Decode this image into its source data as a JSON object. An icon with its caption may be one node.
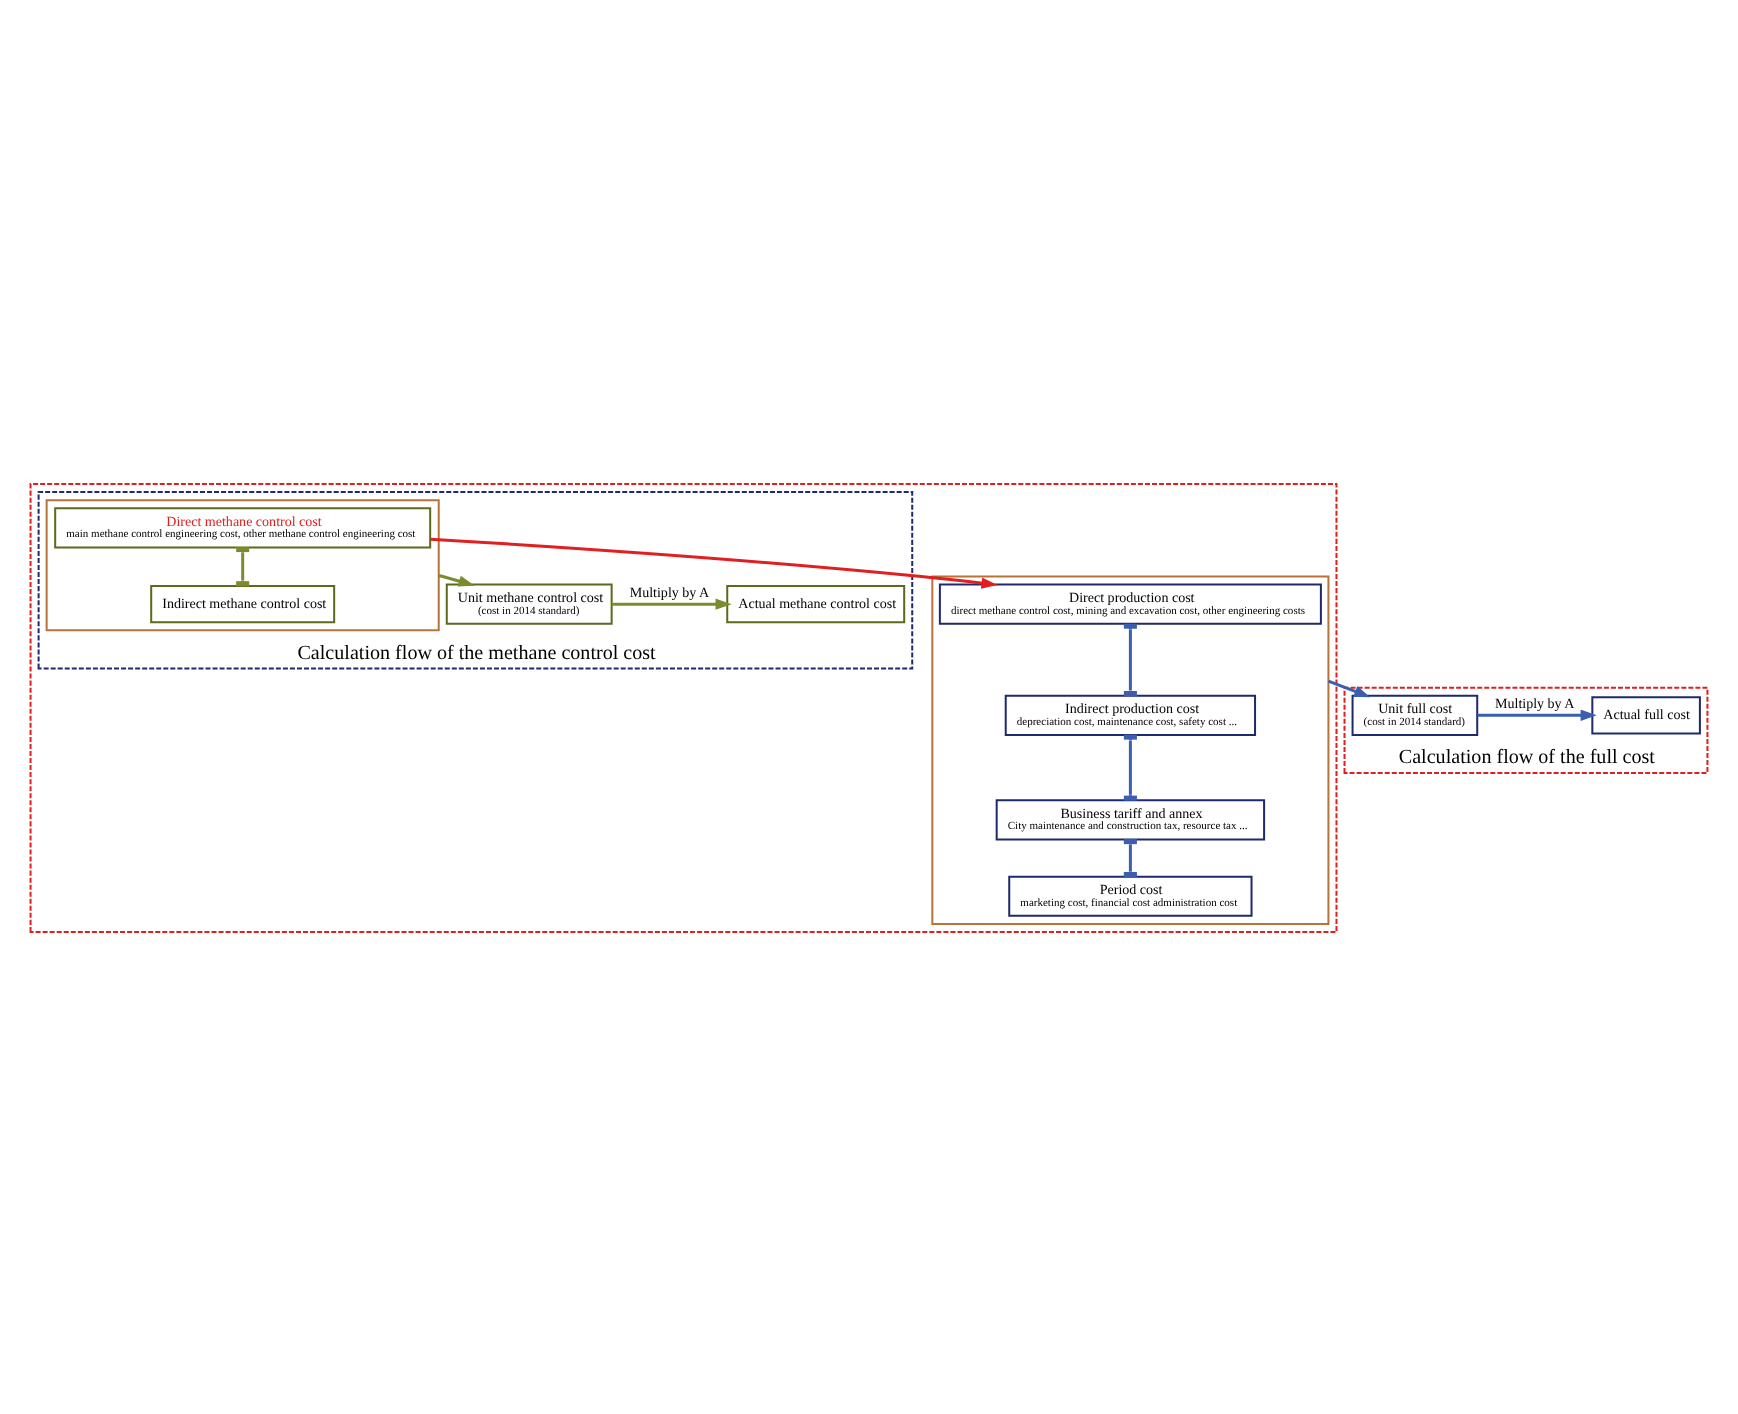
{
  "diagram": {
    "nodes": [
      {
        "text": [],
        "shape": "box"
      },
      {
        "text": [],
        "shape": "box",
        "in": 0
      },
      {
        "text": [
          "Direct production cost",
          "direct methane control cost, mining and excavation cost, other engineering costs"
        ],
        "in": 1
      },
      {
        "text": [
          "Indirect production cost",
          "depreciation cost, maintenance cost, safety cost ..."
        ],
        "in": 1
      },
      {
        "text": [
          "Business tariff and annex",
          "City maintenance and construction tax, resource tax ..."
        ],
        "in": 1
      },
      {
        "text": [
          "Period cost",
          "marketing cost, financial cost administration cost"
        ],
        "in": 1
      },
      {
        "text": [
          "Calculation flow of the methane control cost"
        ],
        "in": 0
      },
      {
        "text": [],
        "shape": "box",
        "in": 6
      },
      {
        "text": [
          "Direct methane control cost",
          "main methane control engineering cost, other methane control engineering cost"
        ],
        "in": 7
      },
      {
        "text": [
          "Indirect methane control cost"
        ],
        "in": 7
      },
      {
        "text": [
          "Unit methane control cost",
          "(cost in 2014 standard)"
        ],
        "in": 6
      },
      {
        "text": [
          "Actual methane control cost"
        ],
        "in": 6
      },
      {
        "text": [
          "Calculation flow of the full cost"
        ]
      },
      {
        "text": [
          "Unit full cost",
          "(cost in 2014 standard)"
        ],
        "in": 12
      },
      {
        "text": [
          "Actual full cost"
        ],
        "in": 12
      }
    ],
    "edges": [
      {
        "from": 8,
        "to": 2,
        "arrow": "to",
        "color": "#e02020"
      },
      {
        "from": 2,
        "to": 3,
        "arrow": "other",
        "color": "#3a5fb0"
      },
      {
        "from": 3,
        "to": 4,
        "arrow": "other",
        "color": "#3a5fb0"
      },
      {
        "from": 4,
        "to": 5,
        "arrow": "other",
        "color": "#3a5fb0"
      },
      {
        "from": 8,
        "to": 9,
        "arrow": "other",
        "color": "#7a8c2e"
      },
      {
        "from": 7,
        "to": 10,
        "arrow": "to",
        "color": "#7a8c2e"
      },
      {
        "from": 10,
        "to": 11,
        "arrow": "to",
        "label": "Multiply by A",
        "color": "#7a8c2e"
      },
      {
        "from": 1,
        "to": 13,
        "arrow": "to",
        "color": "#3a5fb0"
      },
      {
        "from": 13,
        "to": 14,
        "arrow": "to",
        "label": "Multiply by A",
        "color": "#3a5fb0"
      }
    ]
  }
}
